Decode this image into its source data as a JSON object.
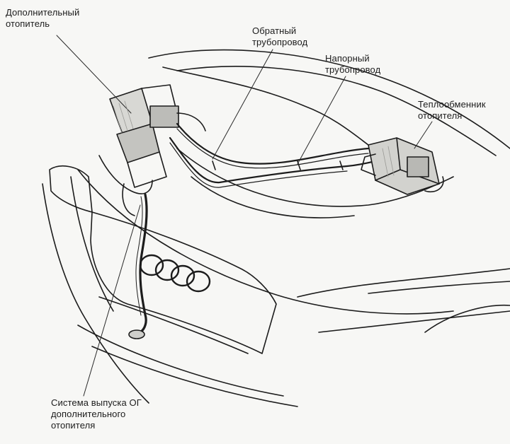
{
  "labels": {
    "aux_heater": {
      "line1": "Дополнительный",
      "line2": "отопитель"
    },
    "return_pipe": {
      "line1": "Обратный",
      "line2": "трубопровод"
    },
    "pressure_pipe": {
      "line1": "Напорный",
      "line2": "трубопровод"
    },
    "heat_exchanger": {
      "line1": "Теплообменник",
      "line2": "отопителя"
    },
    "exhaust_system": {
      "line1": "Система выпуска ОГ",
      "line2": "дополнительного",
      "line3": "отопителя"
    }
  },
  "colors": {
    "ink": "#1c1c1c",
    "paper": "#f7f7f5",
    "shade": "#9a9a96"
  },
  "icons": {
    "logo": "four-rings-logo"
  }
}
